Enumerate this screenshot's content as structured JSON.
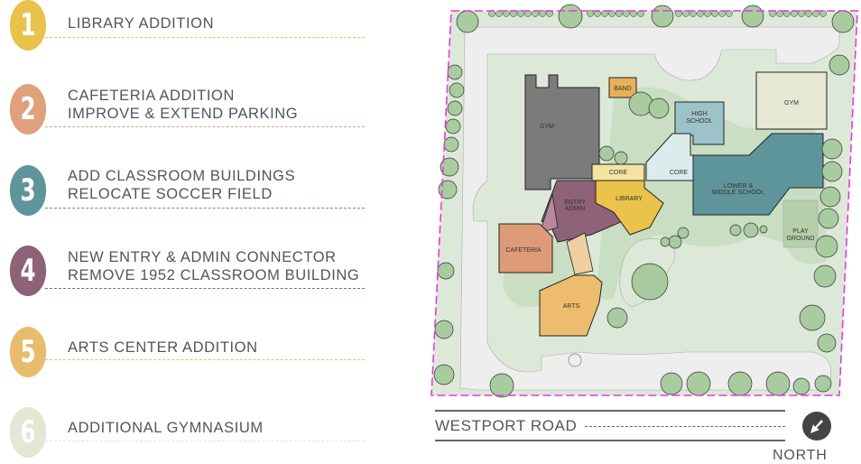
{
  "legend": {
    "items": [
      {
        "number": "1",
        "line1": "LIBRARY ADDITION",
        "line2": "",
        "color": "#E9C24B",
        "rule_color": "#E9C24B"
      },
      {
        "number": "2",
        "line1": "CAFETERIA ADDITION",
        "line2": "IMPROVE & EXTEND PARKING",
        "color": "#DFA07C",
        "rule_color": "#DFA07C"
      },
      {
        "number": "3",
        "line1": "ADD CLASSROOM BUILDINGS",
        "line2": "RELOCATE SOCCER FIELD",
        "color": "#5E959A",
        "rule_color": "#5E959A"
      },
      {
        "number": "4",
        "line1": "NEW ENTRY & ADMIN CONNECTOR",
        "line2": "REMOVE 1952 CLASSROOM BUILDING",
        "color": "#8E6277",
        "rule_color": "#8E6277"
      },
      {
        "number": "5",
        "line1": "ARTS CENTER ADDITION",
        "line2": "",
        "color": "#E9BC6D",
        "rule_color": "#E9BC6D"
      },
      {
        "number": "6",
        "line1": "ADDITIONAL GYMNASIUM",
        "line2": "",
        "color": "#E3E7D3",
        "rule_color": "#E3E7D3"
      }
    ]
  },
  "site_plan": {
    "buildings": {
      "gym_existing": "GYM",
      "band": "BAND",
      "core_left": "CORE",
      "core_right": "CORE",
      "high_school_1": "HIGH",
      "high_school_2": "SCHOOL",
      "gym_new": "GYM",
      "lower_middle_1": "LOWER &",
      "lower_middle_2": "MIDDLE SCHOOL",
      "entry_admin_1": "ENTRY",
      "entry_admin_2": "ADMIN",
      "library": "LIBRARY",
      "cafeteria": "CAFETERIA",
      "arts": "ARTS",
      "playground_1": "PLAY",
      "playground_2": "GROUND"
    },
    "colors": {
      "property_line": "#E838E0",
      "lawn": "#C9DEC2",
      "lawn_light": "#DDE9D8",
      "paving": "#EEEEEE",
      "gym_existing": "#7B7B7B",
      "band": "#E8B05A",
      "core_left": "#F4E3A1",
      "core_right": "#DCEBEB",
      "high_school": "#9CC3C9",
      "gym_new": "#E6E8D3",
      "lower_middle": "#5E959A",
      "entry_admin": "#8E6277",
      "library": "#EBC24A",
      "cafeteria": "#DD9B77",
      "arts": "#EDBC6E",
      "connector_pink": "#B48A9C",
      "connector_peach": "#F0CFA3",
      "playground": "#B5CFAA",
      "tree": "#A8CBA0"
    },
    "road_name": "WESTPORT ROAD",
    "north_label": "NORTH",
    "north_icon": "north-arrow-icon"
  }
}
